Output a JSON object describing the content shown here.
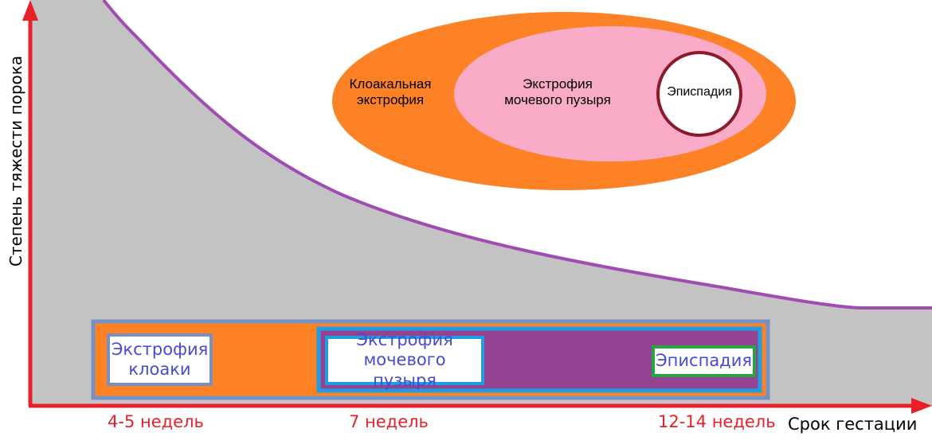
{
  "axes": {
    "y_label": "Степень тяжести порока",
    "x_label": "Срок гестации",
    "x_ticks": [
      "4-5 недель",
      "7 недель",
      "12-14 недель"
    ]
  },
  "ellipses": {
    "outer": "Клоакальная экстрофия",
    "middle": "Экстрофия мочевого пузыря",
    "inner": "Эписпадия"
  },
  "timeline": {
    "cloaca": "Экстрофия клоаки",
    "bladder": "Экстрофия мочевого пузыря",
    "epispadias": "Эписпадия"
  },
  "colors": {
    "orange": "#fd8226",
    "pink": "#f9abc8",
    "maroon": "#8b1a2a",
    "gray": "#c3c3c3",
    "purple_curve": "#a14cb3",
    "purple_box": "#944393",
    "axis_red": "#e8202a",
    "steel_blue": "#7591c4",
    "cyan": "#1f9ee0",
    "green": "#27a441",
    "blue_text": "#4a4ad0"
  }
}
